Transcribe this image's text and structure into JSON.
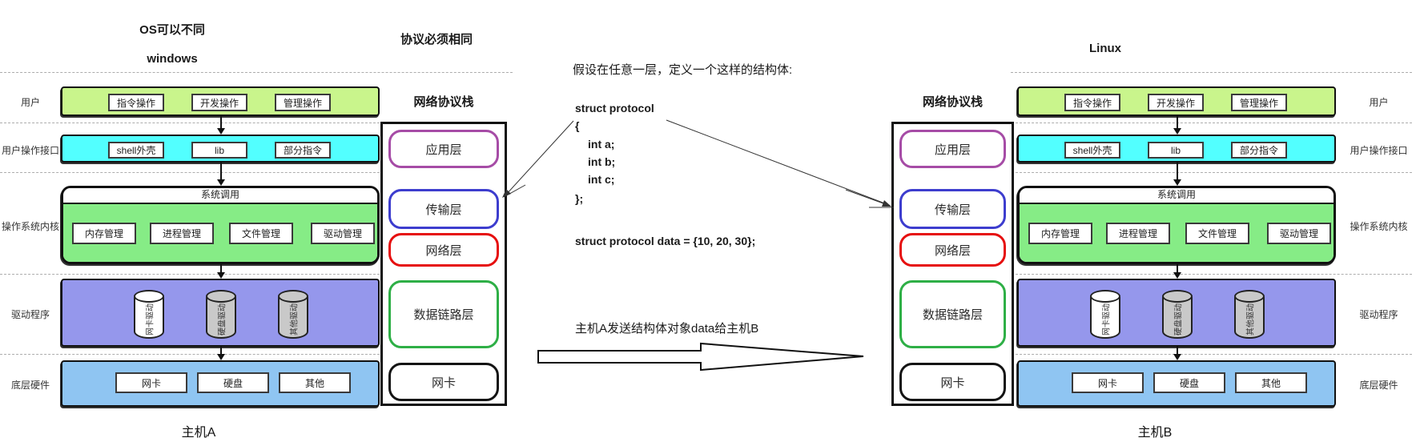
{
  "titles": {
    "os_note": "OS可以不同",
    "protocol_note": "协议必须相同",
    "proto_stack": "网络协议栈"
  },
  "hosts": {
    "a": {
      "os": "windows",
      "name": "主机A"
    },
    "b": {
      "os": "Linux",
      "name": "主机B"
    }
  },
  "side_labels": {
    "user": "用户",
    "user_interface": "用户操作接口",
    "kernel": "操作系统内核",
    "driver": "驱动程序",
    "hardware": "底层硬件"
  },
  "os_stack": {
    "user_ops": [
      "指令操作",
      "开发操作",
      "管理操作"
    ],
    "interface_items": [
      "shell外壳",
      "lib",
      "部分指令"
    ],
    "syscall_label": "系统调用",
    "kernel_items": [
      "内存管理",
      "进程管理",
      "文件管理",
      "驱动管理"
    ],
    "driver_items": [
      "网卡驱动",
      "硬盘驱动",
      "其他驱动"
    ],
    "hardware_items": [
      "网卡",
      "硬盘",
      "其他"
    ]
  },
  "protocol_stack": {
    "layers": [
      {
        "label": "应用层",
        "color": "#A64CA6"
      },
      {
        "label": "传输层",
        "color": "#3D3DCE"
      },
      {
        "label": "网络层",
        "color": "#E60F0F"
      },
      {
        "label": "数据链路层",
        "color": "#2EAF46"
      },
      {
        "label": "网卡",
        "color": "#141414"
      }
    ]
  },
  "code": {
    "intro": "假设在任意一层，定义一个这样的结构体:",
    "decl": "struct protocol",
    "brace_open": "{",
    "field_a": "int a;",
    "field_b": "int b;",
    "field_c": "int c;",
    "brace_close": "};",
    "init": "struct protocol data = {10, 20, 30};",
    "send_note": "主机A发送结构体对象data给主机B"
  },
  "colors": {
    "user_bar": "#C9F58C",
    "interface_bar": "#52FFFF",
    "kernel_body": "#86EC86",
    "driver_box": "#9597EC",
    "hardware_box": "#8FC5F2"
  }
}
